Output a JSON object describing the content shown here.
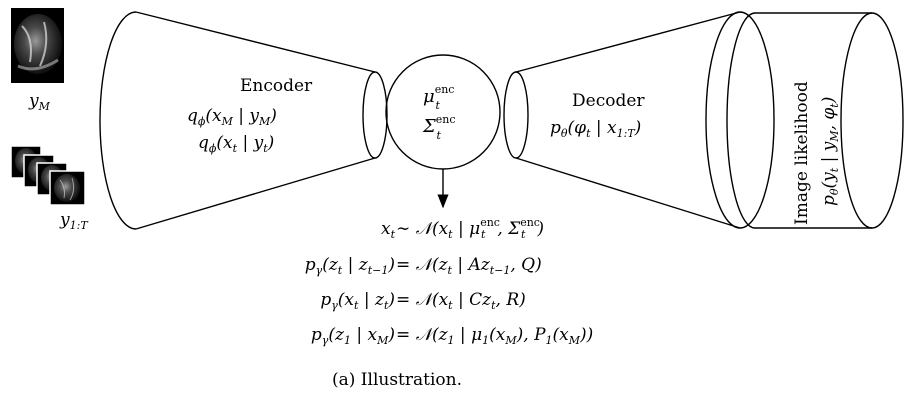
{
  "inputs": {
    "single_frame_label": "y",
    "single_frame_sub": "M",
    "sequence_label": "y",
    "sequence_sub": "1:T"
  },
  "encoder": {
    "title": "Encoder",
    "line1": "q",
    "line1_sub": "ϕ",
    "line1_args": "(x",
    "line1_args_sub": "M",
    "line1_rest": " | y",
    "line1_rest_sub": "M",
    "line1_close": ")",
    "line2": "q",
    "line2_sub": "ϕ",
    "line2_args": "(x",
    "line2_args_sub": "t",
    "line2_rest": " | y",
    "line2_rest_sub": "t",
    "line2_close": ")"
  },
  "latent": {
    "mu": "μ",
    "mu_sub": "t",
    "mu_sup": "enc",
    "sigma": "Σ",
    "sigma_sub": "t",
    "sigma_sup": "enc"
  },
  "decoder": {
    "title": "Decoder",
    "p": "p",
    "p_sub": "θ",
    "args_open": "(φ",
    "args_open_sub": "t",
    "args_rest": " | x",
    "args_rest_sub": "1:T",
    "args_close": ")"
  },
  "likelihood": {
    "title": "Image likelihood",
    "p": "p",
    "p_sub": "θ",
    "args_open": "(y",
    "args_open_sub": "t",
    "args_mid": " | y",
    "args_mid_sub": "M",
    "args_mid2": ", φ",
    "args_mid2_sub": "t",
    "args_close": ")"
  },
  "equations": {
    "eq1_lhs": "x",
    "eq1_lhs_sub": "t",
    "eq1_rel": " ∼ ",
    "eq1_rhs_a": "𝒩(x",
    "eq1_rhs_a_sub": "t",
    "eq1_rhs_b": " | μ",
    "eq1_rhs_b_sub": "t",
    "eq1_rhs_b_sup": "enc",
    "eq1_rhs_c": ", Σ",
    "eq1_rhs_c_sub": "t",
    "eq1_rhs_c_sup": "enc",
    "eq1_rhs_d": ")",
    "eq2_lhs_a": "p",
    "eq2_lhs_a_sub": "γ",
    "eq2_lhs_b": "(z",
    "eq2_lhs_b_sub": "t",
    "eq2_lhs_c": " | z",
    "eq2_lhs_c_sub": "t−1",
    "eq2_lhs_d": ")",
    "eq2_rel": " = ",
    "eq2_rhs_a": "𝒩(z",
    "eq2_rhs_a_sub": "t",
    "eq2_rhs_b": " | Az",
    "eq2_rhs_b_sub": "t−1",
    "eq2_rhs_c": ", Q)",
    "eq3_lhs_a": "p",
    "eq3_lhs_a_sub": "γ",
    "eq3_lhs_b": "(x",
    "eq3_lhs_b_sub": "t",
    "eq3_lhs_c": " | z",
    "eq3_lhs_c_sub": "t",
    "eq3_lhs_d": ")",
    "eq3_rel": " = ",
    "eq3_rhs_a": "𝒩(x",
    "eq3_rhs_a_sub": "t",
    "eq3_rhs_b": " | Cz",
    "eq3_rhs_b_sub": "t",
    "eq3_rhs_c": ", R)",
    "eq4_lhs_a": "p",
    "eq4_lhs_a_sub": "γ",
    "eq4_lhs_b": "(z",
    "eq4_lhs_b_sub": "1",
    "eq4_lhs_c": " | x",
    "eq4_lhs_c_sub": "M",
    "eq4_lhs_d": ")",
    "eq4_rel": " = ",
    "eq4_rhs_a": "𝒩(z",
    "eq4_rhs_a_sub": "1",
    "eq4_rhs_b": " | μ",
    "eq4_rhs_b_sub": "1",
    "eq4_rhs_c": "(x",
    "eq4_rhs_c_sub": "M",
    "eq4_rhs_d": "), P",
    "eq4_rhs_d_sub": "1",
    "eq4_rhs_e": "(x",
    "eq4_rhs_e_sub": "M",
    "eq4_rhs_f": "))"
  },
  "caption": "(a) Illustration."
}
